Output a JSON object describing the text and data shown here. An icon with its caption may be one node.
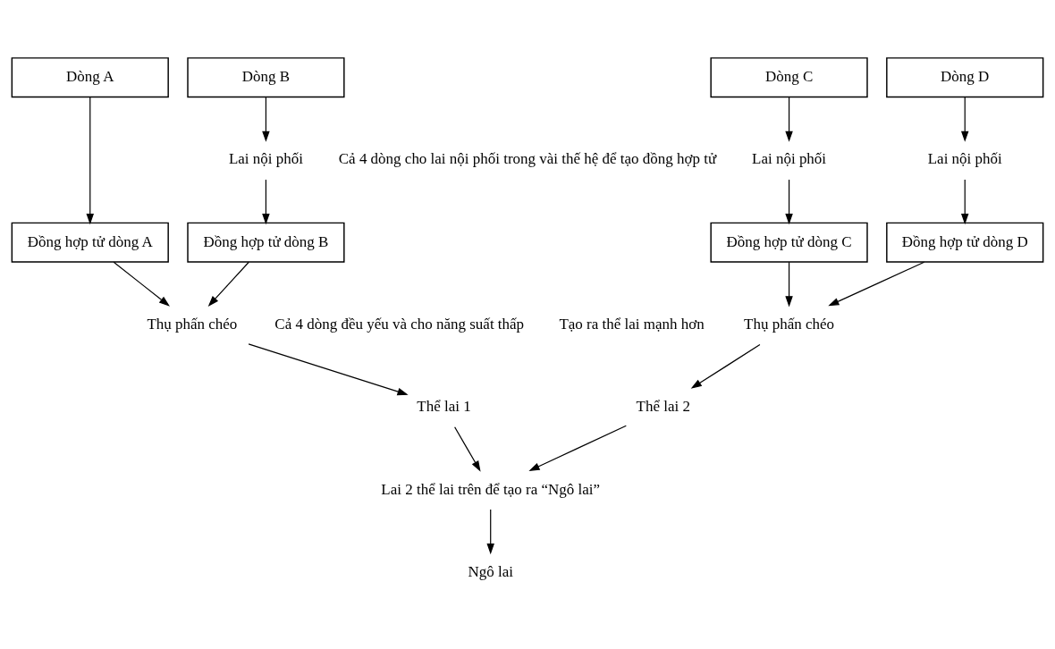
{
  "diagram": {
    "nodes": [
      {
        "text": [
          "Dòng A"
        ]
      },
      {
        "text": [
          "Dòng B"
        ]
      },
      {
        "text": [
          "Dòng C"
        ]
      },
      {
        "text": [
          "Dòng D"
        ]
      },
      {
        "text": [
          "Lai nội phối"
        ]
      },
      {
        "text": [
          "Lai nội phối"
        ]
      },
      {
        "text": [
          "Lai nội phối"
        ]
      },
      {
        "text": [
          "Đồng hợp tử dòng A"
        ]
      },
      {
        "text": [
          "Đồng hợp tử dòng B"
        ]
      },
      {
        "text": [
          "Đồng hợp tử dòng C"
        ]
      },
      {
        "text": [
          "Đồng hợp tử dòng D"
        ]
      },
      {
        "text": [
          "Thụ phấn chéo"
        ]
      },
      {
        "text": [
          "Thụ phấn chéo"
        ]
      },
      {
        "text": [
          "Thể lai 1"
        ]
      },
      {
        "text": [
          "Thể lai 2"
        ]
      },
      {
        "text": [
          "Lai 2 thể lai trên để tạo ra “Ngô lai”"
        ]
      },
      {
        "text": [
          "Ngô lai"
        ]
      }
    ],
    "edges": [
      {
        "from": 0,
        "to": 7,
        "arrow": "to"
      },
      {
        "from": 1,
        "to": 4,
        "arrow": "to"
      },
      {
        "from": 4,
        "to": 8,
        "arrow": "to"
      },
      {
        "from": 2,
        "to": 5,
        "arrow": "to"
      },
      {
        "from": 5,
        "to": 9,
        "arrow": "to"
      },
      {
        "from": 3,
        "to": 6,
        "arrow": "to"
      },
      {
        "from": 6,
        "to": 10,
        "arrow": "to"
      },
      {
        "from": 7,
        "to": 11,
        "arrow": "to"
      },
      {
        "from": 8,
        "to": 11,
        "arrow": "to"
      },
      {
        "from": 9,
        "to": 12,
        "arrow": "to"
      },
      {
        "from": 10,
        "to": 12,
        "arrow": "to"
      },
      {
        "from": 11,
        "to": 13,
        "arrow": "to"
      },
      {
        "from": 12,
        "to": 14,
        "arrow": "to"
      },
      {
        "from": 13,
        "to": 15,
        "arrow": "to"
      },
      {
        "from": 14,
        "to": 15,
        "arrow": "to"
      },
      {
        "from": 15,
        "to": 16,
        "arrow": "to"
      }
    ],
    "labels": [
      "Cả 4 dòng cho lai nội phối trong vài thế hệ để tạo đồng hợp tử",
      "Cả 4 dòng đều yếu và cho năng suất thấp",
      "Tạo ra thể lai mạnh hơn"
    ]
  }
}
